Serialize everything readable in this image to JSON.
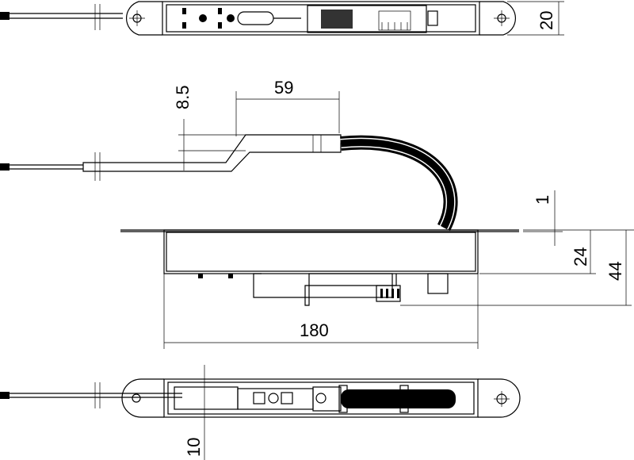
{
  "title": "Technical drawing – electric strike / lock module with cable, three views",
  "dimensions": {
    "top_view_height": "20",
    "arm_offset": "8.5",
    "arm_length": "59",
    "plate_thickness": "1",
    "body_depth": "24",
    "total_depth": "44",
    "body_length": "180",
    "bottom_view_offset": "10"
  },
  "colors": {
    "line": "#000000",
    "background": "#ffffff"
  }
}
